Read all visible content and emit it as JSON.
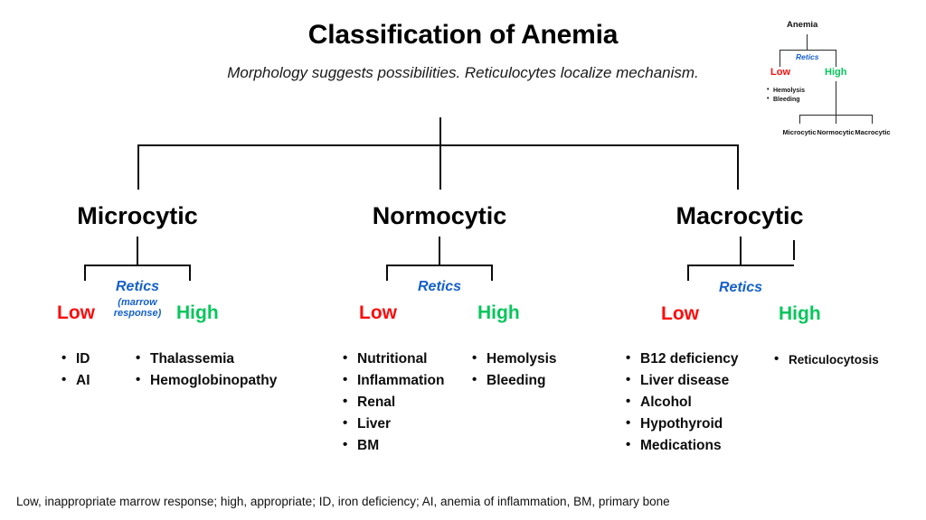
{
  "header": {
    "title": "Classification of Anemia",
    "subtitle": "Morphology suggests possibilities. Reticulocytes localize mechanism."
  },
  "colors": {
    "low": "#fb0d0d",
    "high": "#06c65c",
    "retics": "#1560cc",
    "line": "#0a0a0a",
    "text": "#000000",
    "background": "#ffffff"
  },
  "columns": [
    {
      "id": "microcytic",
      "heading": "Microcytic",
      "retics_label": "Retics",
      "retics_note": "(marrow response)",
      "low_label": "Low",
      "high_label": "High",
      "low_items": [
        "ID",
        "AI"
      ],
      "high_items": [
        "Thalassemia",
        "Hemoglobinopathy"
      ]
    },
    {
      "id": "normocytic",
      "heading": "Normocytic",
      "retics_label": "Retics",
      "retics_note": "",
      "low_label": "Low",
      "high_label": "High",
      "low_items": [
        "Nutritional",
        "Inflammation",
        "Renal",
        "Liver",
        "BM"
      ],
      "high_items": [
        "Hemolysis",
        "Bleeding"
      ]
    },
    {
      "id": "macrocytic",
      "heading": "Macrocytic",
      "retics_label": "Retics",
      "retics_note": "",
      "low_label": "Low",
      "high_label": "High",
      "low_items": [
        "B12 deficiency",
        "Liver disease",
        "Alcohol",
        "Hypothyroid",
        "Medications"
      ],
      "high_items": [
        "Reticulocytosis"
      ]
    }
  ],
  "thumbnail": {
    "root": "Anemia",
    "retics_label": "Retics",
    "low_label": "Low",
    "high_label": "High",
    "low_items": [
      "Hemolysis",
      "Bleeding"
    ],
    "leaves": [
      "Microcytic",
      "Normocytic",
      "Macrocytic"
    ]
  },
  "footer": {
    "note": "Low, inappropriate marrow response; high, appropriate; ID, iron deficiency; AI, anemia of inflammation, BM, primary bone"
  }
}
